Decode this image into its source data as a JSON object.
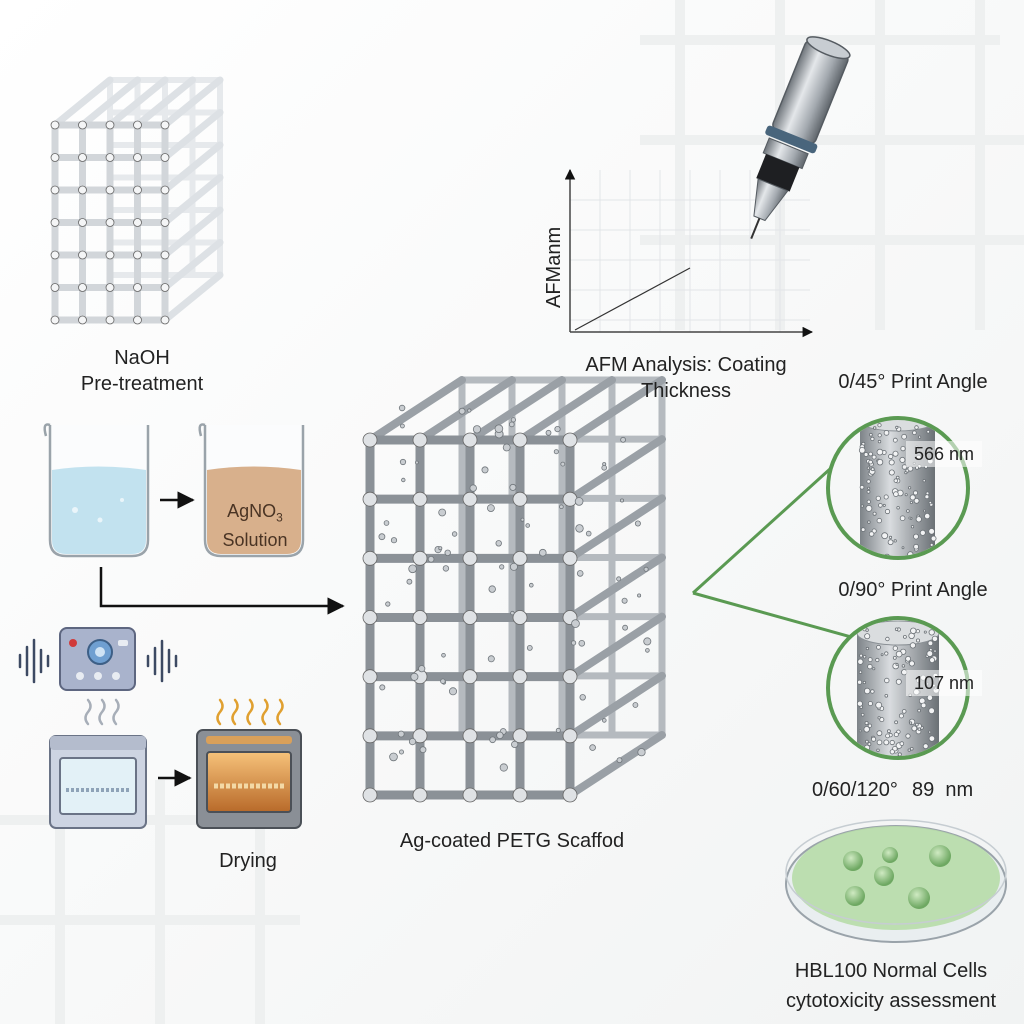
{
  "title": "Ag-coated PETG scaffold fabrication and characterization",
  "steps": {
    "naoh": {
      "line1": "NaOH",
      "line2": "Pre-treatment"
    },
    "agno3": {
      "prefix": "AgNO",
      "sub": "3",
      "line2": "Solution"
    },
    "drying": "Drying"
  },
  "scaffold_label": "Ag-coated PETG Scaffod",
  "afm": {
    "axis_label": "AFManm",
    "caption_line1": "AFM Analysis: Coating",
    "caption_line2": "Thickness"
  },
  "angles": [
    {
      "label": "0/45° Print Angle",
      "thickness": "566 nm"
    },
    {
      "label": "0/90° Print Angle",
      "thickness": "107 nm"
    },
    {
      "label": "0/60/120°",
      "thickness": "89  nm"
    }
  ],
  "cells": {
    "line1": "HBL100 Normal Cells",
    "line2": "cytotoxicity assessment"
  },
  "colors": {
    "accent_green": "#5a9a52",
    "liquid_blue": "#bfe0ee",
    "agno3_tan": "#d8b08c",
    "metal": "#9aa0a6",
    "dish_green": "#b7dba8"
  }
}
